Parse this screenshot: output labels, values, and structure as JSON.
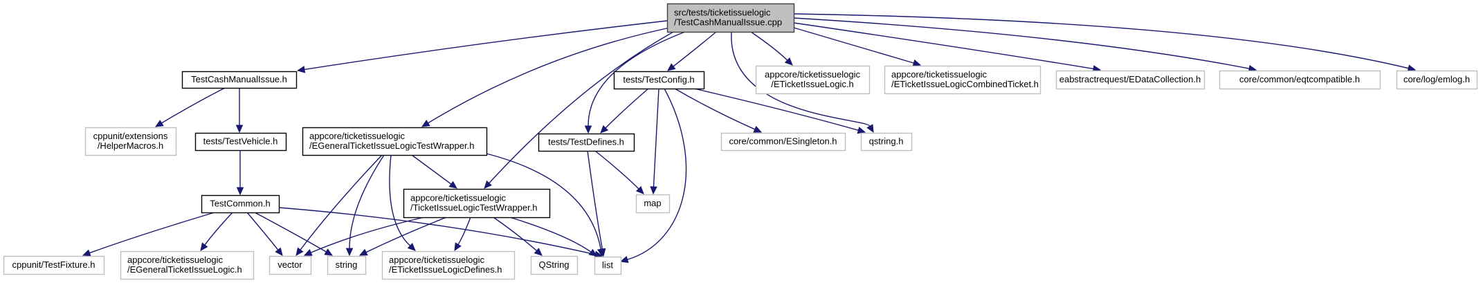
{
  "graph": {
    "title": "Include dependency graph for TestCashManualIssue.cpp",
    "edge_color": "#191970",
    "nodes": [
      {
        "id": "root",
        "kind": "root",
        "lines": [
          "src/tests/ticketissuelogic",
          "/TestCashManualIssue.cpp"
        ]
      },
      {
        "id": "testcashmanualissue_h",
        "kind": "linked",
        "lines": [
          "TestCashManualIssue.h"
        ]
      },
      {
        "id": "testconfig_h",
        "kind": "linked",
        "lines": [
          "tests/TestConfig.h"
        ]
      },
      {
        "id": "eticketissuelogic_h",
        "kind": "external",
        "lines": [
          "appcore/ticketissuelogic",
          "/ETicketIssueLogic.h"
        ]
      },
      {
        "id": "combinedticket_h",
        "kind": "external",
        "lines": [
          "appcore/ticketissuelogic",
          "/ETicketIssueLogicCombinedTicket.h"
        ]
      },
      {
        "id": "edatacollection_h",
        "kind": "external",
        "lines": [
          "eabstractrequest/EDataCollection.h"
        ]
      },
      {
        "id": "eqtcompatible_h",
        "kind": "external",
        "lines": [
          "core/common/eqtcompatible.h"
        ]
      },
      {
        "id": "emlog_h",
        "kind": "external",
        "lines": [
          "core/log/emlog.h"
        ]
      },
      {
        "id": "helpermacros_h",
        "kind": "external",
        "lines": [
          "cppunit/extensions",
          "/HelperMacros.h"
        ]
      },
      {
        "id": "testvehicle_h",
        "kind": "linked",
        "lines": [
          "tests/TestVehicle.h"
        ]
      },
      {
        "id": "egeneraltestwrapper_h",
        "kind": "linked",
        "lines": [
          "appcore/ticketissuelogic",
          "/EGeneralTicketIssueLogicTestWrapper.h"
        ]
      },
      {
        "id": "testdefines_h",
        "kind": "linked",
        "lines": [
          "tests/TestDefines.h"
        ]
      },
      {
        "id": "esingleton_h",
        "kind": "external",
        "lines": [
          "core/common/ESingleton.h"
        ]
      },
      {
        "id": "qstring_h",
        "kind": "external",
        "lines": [
          "qstring.h"
        ]
      },
      {
        "id": "testcommon_h",
        "kind": "linked",
        "lines": [
          "TestCommon.h"
        ]
      },
      {
        "id": "testwrapper_h",
        "kind": "linked",
        "lines": [
          "appcore/ticketissuelogic",
          "/TicketIssueLogicTestWrapper.h"
        ]
      },
      {
        "id": "map",
        "kind": "external",
        "lines": [
          "map"
        ]
      },
      {
        "id": "testfixture_h",
        "kind": "external",
        "lines": [
          "cppunit/TestFixture.h"
        ]
      },
      {
        "id": "egeneralticketissuelogic_h",
        "kind": "external",
        "lines": [
          "appcore/ticketissuelogic",
          "/EGeneralTicketIssueLogic.h"
        ]
      },
      {
        "id": "vector",
        "kind": "external",
        "lines": [
          "vector"
        ]
      },
      {
        "id": "string",
        "kind": "external",
        "lines": [
          "string"
        ]
      },
      {
        "id": "defines_h",
        "kind": "external",
        "lines": [
          "appcore/ticketissuelogic",
          "/ETicketIssueLogicDefines.h"
        ]
      },
      {
        "id": "QString",
        "kind": "external",
        "lines": [
          "QString"
        ]
      },
      {
        "id": "list",
        "kind": "external",
        "lines": [
          "list"
        ]
      }
    ],
    "edges": [
      [
        "root",
        "testcashmanualissue_h"
      ],
      [
        "root",
        "egeneraltestwrapper_h"
      ],
      [
        "root",
        "testwrapper_h"
      ],
      [
        "root",
        "testdefines_h"
      ],
      [
        "root",
        "testconfig_h"
      ],
      [
        "root",
        "qstring_h"
      ],
      [
        "root",
        "eticketissuelogic_h"
      ],
      [
        "root",
        "combinedticket_h"
      ],
      [
        "root",
        "edatacollection_h"
      ],
      [
        "root",
        "eqtcompatible_h"
      ],
      [
        "root",
        "emlog_h"
      ],
      [
        "testcashmanualissue_h",
        "helpermacros_h"
      ],
      [
        "testcashmanualissue_h",
        "testvehicle_h"
      ],
      [
        "testvehicle_h",
        "testcommon_h"
      ],
      [
        "testcommon_h",
        "testfixture_h"
      ],
      [
        "testcommon_h",
        "egeneralticketissuelogic_h"
      ],
      [
        "testcommon_h",
        "vector"
      ],
      [
        "testcommon_h",
        "string"
      ],
      [
        "testcommon_h",
        "list"
      ],
      [
        "egeneraltestwrapper_h",
        "testwrapper_h"
      ],
      [
        "egeneraltestwrapper_h",
        "vector"
      ],
      [
        "egeneraltestwrapper_h",
        "string"
      ],
      [
        "egeneraltestwrapper_h",
        "defines_h"
      ],
      [
        "egeneraltestwrapper_h",
        "list"
      ],
      [
        "testwrapper_h",
        "vector"
      ],
      [
        "testwrapper_h",
        "string"
      ],
      [
        "testwrapper_h",
        "defines_h"
      ],
      [
        "testwrapper_h",
        "QString"
      ],
      [
        "testwrapper_h",
        "list"
      ],
      [
        "testconfig_h",
        "testdefines_h"
      ],
      [
        "testconfig_h",
        "map"
      ],
      [
        "testconfig_h",
        "list"
      ],
      [
        "testconfig_h",
        "esingleton_h"
      ],
      [
        "testconfig_h",
        "qstring_h"
      ],
      [
        "testdefines_h",
        "map"
      ],
      [
        "testdefines_h",
        "list"
      ]
    ]
  }
}
